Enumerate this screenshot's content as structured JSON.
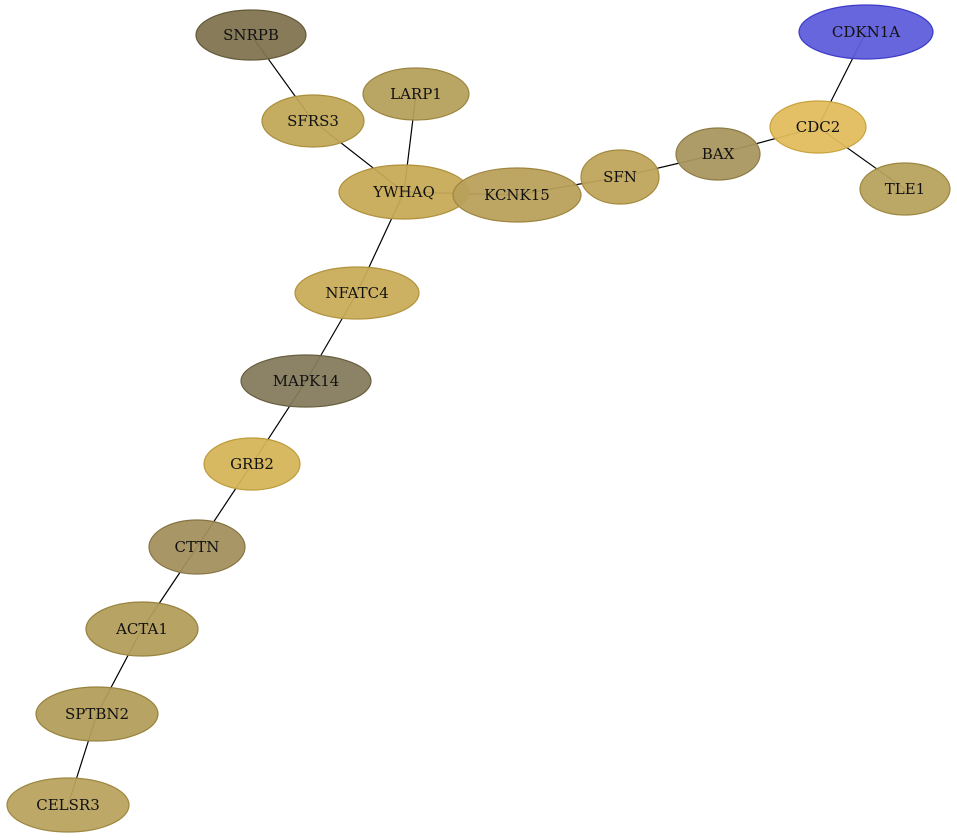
{
  "graph": {
    "nodes": [
      {
        "id": "SNRPB",
        "label": "SNRPB",
        "fill": "#807350",
        "stroke": "#655a38"
      },
      {
        "id": "CDKN1A",
        "label": "CDKN1A",
        "fill": "#5e5cdb",
        "stroke": "#3c3ac7"
      },
      {
        "id": "LARP1",
        "label": "LARP1",
        "fill": "#b59f5a",
        "stroke": "#9b8640"
      },
      {
        "id": "SFRS3",
        "label": "SFRS3",
        "fill": "#c0a757",
        "stroke": "#a88e3c"
      },
      {
        "id": "CDC2",
        "label": "CDC2",
        "fill": "#e1bc5c",
        "stroke": "#c9a23c"
      },
      {
        "id": "BAX",
        "label": "BAX",
        "fill": "#a8965f",
        "stroke": "#8c7b44"
      },
      {
        "id": "TLE1",
        "label": "TLE1",
        "fill": "#b7a25c",
        "stroke": "#9c8740"
      },
      {
        "id": "SFN",
        "label": "SFN",
        "fill": "#bea55a",
        "stroke": "#a48b3e"
      },
      {
        "id": "YWHAQ",
        "label": "YWHAQ",
        "fill": "#c8aa57",
        "stroke": "#b0903a"
      },
      {
        "id": "KCNK15",
        "label": "KCNK15",
        "fill": "#b9a05a",
        "stroke": "#9e853e"
      },
      {
        "id": "NFATC4",
        "label": "NFATC4",
        "fill": "#c9ac59",
        "stroke": "#b1923c"
      },
      {
        "id": "MAPK14",
        "label": "MAPK14",
        "fill": "#857a5b",
        "stroke": "#685e40"
      },
      {
        "id": "GRB2",
        "label": "GRB2",
        "fill": "#d5b558",
        "stroke": "#bd9a3a"
      },
      {
        "id": "CTTN",
        "label": "CTTN",
        "fill": "#a38f5e",
        "stroke": "#877443"
      },
      {
        "id": "ACTA1",
        "label": "ACTA1",
        "fill": "#b29d5a",
        "stroke": "#97823e"
      },
      {
        "id": "SPTBN2",
        "label": "SPTBN2",
        "fill": "#b29d5a",
        "stroke": "#97823e"
      },
      {
        "id": "CELSR3",
        "label": "CELSR3",
        "fill": "#b9a35d",
        "stroke": "#9e8841"
      }
    ],
    "edges": [
      [
        "SNRPB",
        "SFRS3"
      ],
      [
        "SFRS3",
        "YWHAQ"
      ],
      [
        "LARP1",
        "YWHAQ"
      ],
      [
        "YWHAQ",
        "KCNK15"
      ],
      [
        "KCNK15",
        "SFN"
      ],
      [
        "SFN",
        "BAX"
      ],
      [
        "BAX",
        "CDC2"
      ],
      [
        "CDC2",
        "CDKN1A"
      ],
      [
        "CDC2",
        "TLE1"
      ],
      [
        "YWHAQ",
        "NFATC4"
      ],
      [
        "NFATC4",
        "MAPK14"
      ],
      [
        "MAPK14",
        "GRB2"
      ],
      [
        "GRB2",
        "CTTN"
      ],
      [
        "CTTN",
        "ACTA1"
      ],
      [
        "ACTA1",
        "SPTBN2"
      ],
      [
        "SPTBN2",
        "CELSR3"
      ]
    ]
  }
}
